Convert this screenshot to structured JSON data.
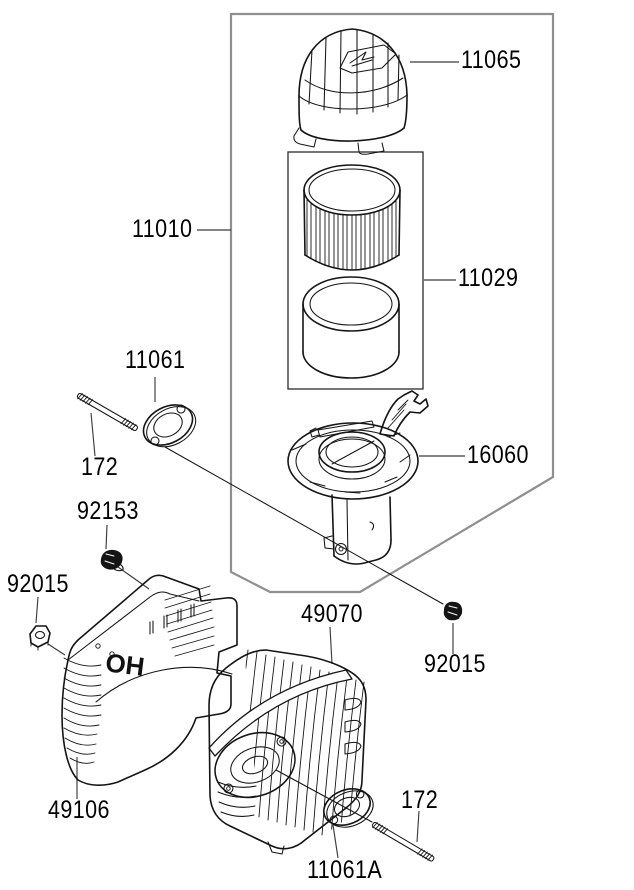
{
  "diagram_parts": {
    "assembly": {
      "label": "11010"
    },
    "cap": {
      "label": "11065"
    },
    "element": {
      "label": "11029"
    },
    "element_gasket": {
      "label": "11061"
    },
    "stud_air": {
      "label": "172"
    },
    "case_air_filter": {
      "label": "16060"
    },
    "nut_flanged": {
      "label": "92153"
    },
    "nut_left": {
      "label": "92015"
    },
    "nut_right": {
      "label": "92015"
    },
    "muffler": {
      "label": "49070"
    },
    "muffler_cover": {
      "label": "49106"
    },
    "muffler_gasket": {
      "label": "11061A"
    },
    "stud_muffler": {
      "label": "172"
    }
  },
  "cover_embossed_text": "OH",
  "colors": {
    "background": "#ffffff",
    "line": "#141414",
    "frame": "#8f8f8f"
  }
}
